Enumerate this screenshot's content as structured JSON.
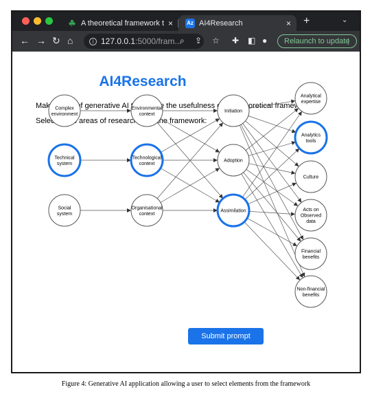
{
  "browser": {
    "tabs": [
      {
        "title": "A theoretical framework to sup",
        "favicon": "leaf-icon"
      },
      {
        "title": "AI4Research",
        "favicon_text": "Az"
      }
    ],
    "new_tab_glyph": "+",
    "tab_menu_glyph": "⌄",
    "close_glyph": "×",
    "url_host": "127.0.0.1",
    "url_rest": ":5000/fram...",
    "relaunch_label": "Relaunch to update"
  },
  "page": {
    "title": "AI4Research",
    "subtitle": "Making use of generative AI to explore the usefulness of the theoretical framework.",
    "instruction": "Select focus areas of research from the framework:",
    "submit_label": "Submit prompt"
  },
  "framework": {
    "selected_color": "#1a73e8",
    "nodes": [
      {
        "id": "complex",
        "lines": [
          "Complex",
          "environment"
        ],
        "selected": false
      },
      {
        "id": "technical",
        "lines": [
          "Technical",
          "system"
        ],
        "selected": true
      },
      {
        "id": "social",
        "lines": [
          "Social",
          "system"
        ],
        "selected": false
      },
      {
        "id": "environmental",
        "lines": [
          "Environmental",
          "context"
        ],
        "selected": false
      },
      {
        "id": "technological",
        "lines": [
          "Technological",
          "context"
        ],
        "selected": true
      },
      {
        "id": "organisational",
        "lines": [
          "Organisational",
          "context"
        ],
        "selected": false
      },
      {
        "id": "initiation",
        "lines": [
          "Initiation"
        ],
        "selected": false
      },
      {
        "id": "adoption",
        "lines": [
          "Adoption"
        ],
        "selected": false
      },
      {
        "id": "assimilation",
        "lines": [
          "Assimilation"
        ],
        "selected": true
      },
      {
        "id": "analytical",
        "lines": [
          "Analytical",
          "expertise"
        ],
        "selected": false
      },
      {
        "id": "tools",
        "lines": [
          "Analytics",
          "tools"
        ],
        "selected": true
      },
      {
        "id": "culture",
        "lines": [
          "Culture"
        ],
        "selected": false
      },
      {
        "id": "acts",
        "lines": [
          "Acts on",
          "Observed",
          "data"
        ],
        "selected": false
      },
      {
        "id": "financial",
        "lines": [
          "Financial",
          "benefits"
        ],
        "selected": false
      },
      {
        "id": "nonfinancial",
        "lines": [
          "Non-financial",
          "benefits"
        ],
        "selected": false
      }
    ],
    "edges": [
      [
        "complex",
        "environmental"
      ],
      [
        "technical",
        "technological"
      ],
      [
        "social",
        "organisational"
      ],
      [
        "environmental",
        "initiation"
      ],
      [
        "environmental",
        "adoption"
      ],
      [
        "environmental",
        "assimilation"
      ],
      [
        "technological",
        "initiation"
      ],
      [
        "technological",
        "adoption"
      ],
      [
        "technological",
        "assimilation"
      ],
      [
        "organisational",
        "initiation"
      ],
      [
        "organisational",
        "adoption"
      ],
      [
        "organisational",
        "assimilation"
      ],
      [
        "initiation",
        "analytical"
      ],
      [
        "initiation",
        "tools"
      ],
      [
        "initiation",
        "culture"
      ],
      [
        "initiation",
        "acts"
      ],
      [
        "initiation",
        "financial"
      ],
      [
        "initiation",
        "nonfinancial"
      ],
      [
        "adoption",
        "analytical"
      ],
      [
        "adoption",
        "tools"
      ],
      [
        "adoption",
        "culture"
      ],
      [
        "adoption",
        "acts"
      ],
      [
        "adoption",
        "financial"
      ],
      [
        "adoption",
        "nonfinancial"
      ],
      [
        "assimilation",
        "analytical"
      ],
      [
        "assimilation",
        "tools"
      ],
      [
        "assimilation",
        "culture"
      ],
      [
        "assimilation",
        "acts"
      ],
      [
        "assimilation",
        "financial"
      ],
      [
        "assimilation",
        "nonfinancial"
      ]
    ]
  },
  "caption": "Figure 4: Generative AI application allowing a user to select elements from the framework"
}
